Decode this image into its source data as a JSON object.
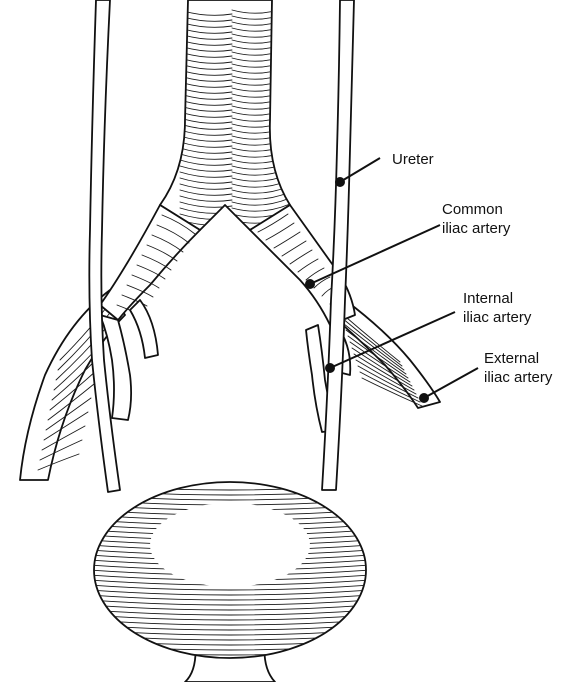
{
  "labels": {
    "ureter": "Ureter",
    "common_iliac_line1": "Common",
    "common_iliac_line2": "iliac artery",
    "internal_iliac_line1": "Internal",
    "internal_iliac_line2": "iliac artery",
    "external_iliac_line1": "External",
    "external_iliac_line2": "iliac artery"
  },
  "colors": {
    "ink": "#111111",
    "background": "#ffffff"
  }
}
